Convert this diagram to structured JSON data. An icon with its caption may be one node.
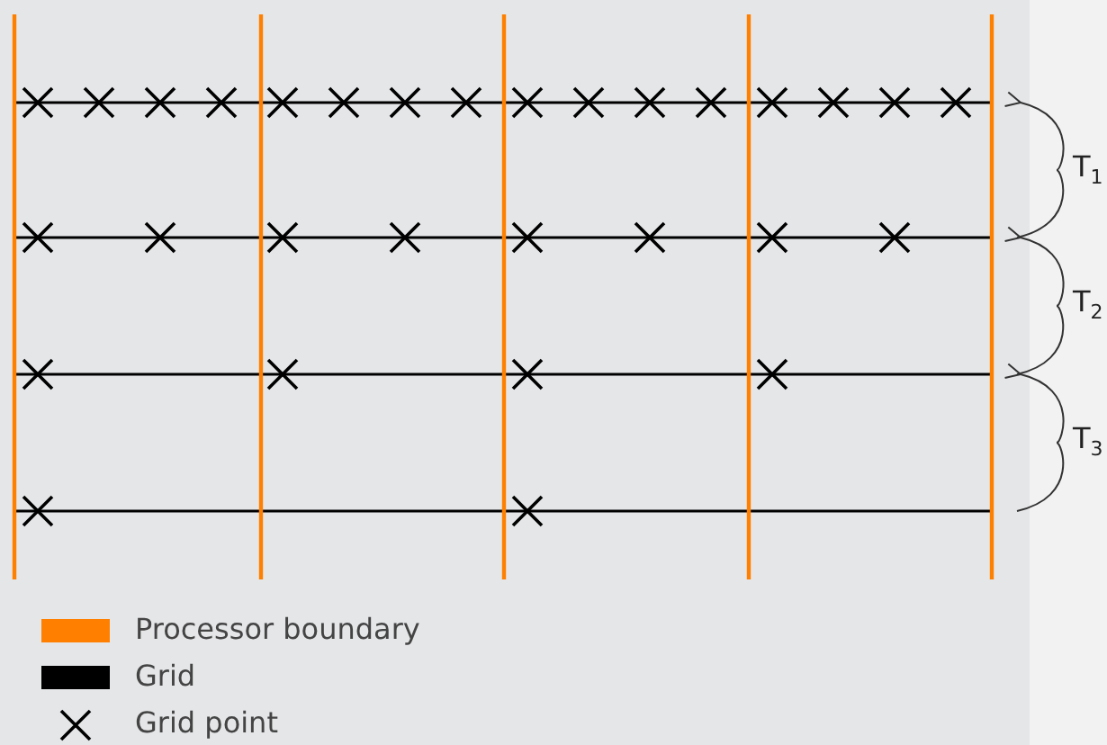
{
  "diagram": {
    "labels": [
      "T$_{1}$",
      "T$_{2}$",
      "T$_{3}$"
    ],
    "legend": [
      {
        "text": "Processor boundary",
        "color": "#ff8000"
      },
      {
        "text": "Grid",
        "color": "#000000"
      },
      {
        "text": "Grid point"
      }
    ]
  }
}
